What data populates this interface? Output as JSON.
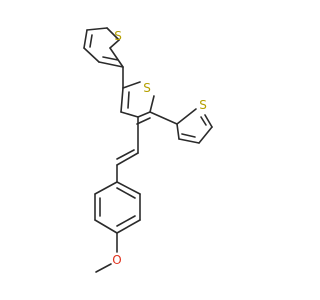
{
  "molecule": {
    "atoms": {
      "s_top_thiophene": "S",
      "s_central_thiophene": "S",
      "s_right_thiophene": "S",
      "o_methoxy": "O"
    }
  },
  "colors": {
    "bond": "#2b2b2b",
    "sulfur": "#b5a000",
    "oxygen": "#e0321e",
    "background": "#ffffff"
  }
}
